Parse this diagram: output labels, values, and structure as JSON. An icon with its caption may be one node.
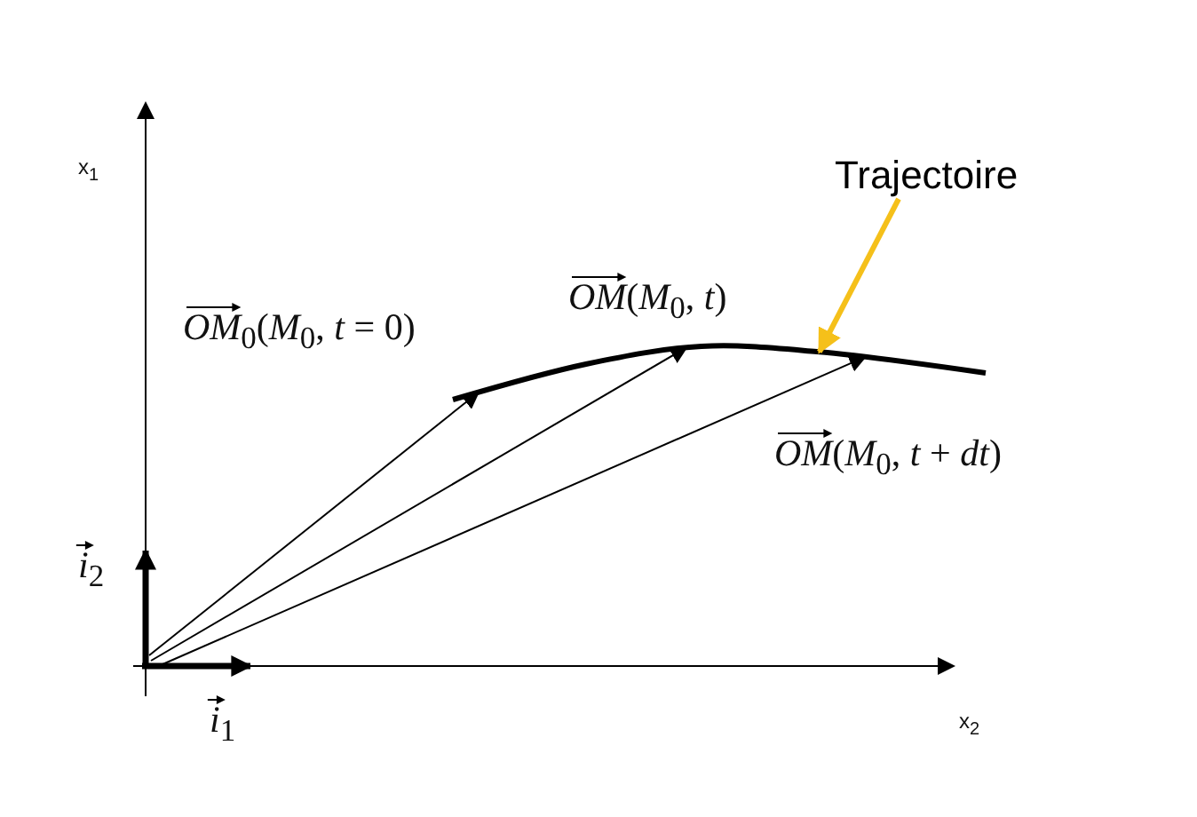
{
  "diagram": {
    "nodes": [
      {
        "text": [
          "Trajectoire"
        ]
      },
      {
        "text": [],
        "shape": "line"
      }
    ],
    "edges": [
      {
        "from": 0,
        "to": 1,
        "arrow": "to",
        "style": "thick",
        "color": "#f5c01a"
      },
      {
        "from": null,
        "to": 1,
        "arrow": "to"
      },
      {
        "from": null,
        "to": 1,
        "arrow": "to"
      },
      {
        "from": null,
        "to": 1,
        "arrow": "to"
      }
    ],
    "labels": [
      "x$_{1}$",
      "*OM*(*M*$_{0}$, *t*)",
      "*OM*$_{0}$(*M*$_{0}$, *t* = 0)",
      "*OM*(*M*$_{0}$, *t* + *dt*)",
      "*i*$_{2}$",
      "*i*$_{1}$",
      "x$_{2}$"
    ]
  }
}
